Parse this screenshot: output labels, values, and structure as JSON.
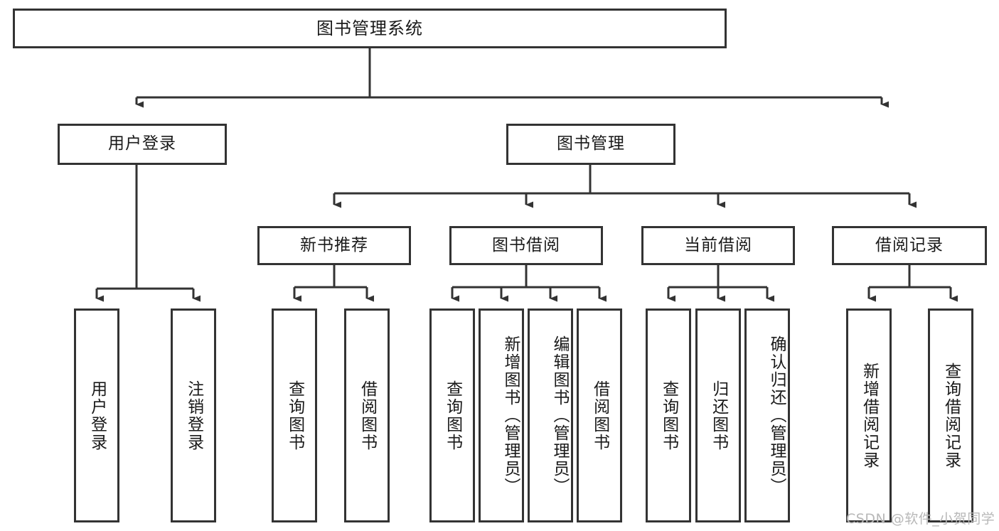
{
  "diagram": {
    "title": "图书管理系统",
    "type": "hierarchy-tree",
    "root": {
      "label": "图书管理系统"
    },
    "level1": [
      {
        "label": "用户登录"
      },
      {
        "label": "图书管理"
      }
    ],
    "level2": [
      {
        "label": "新书推荐"
      },
      {
        "label": "图书借阅"
      },
      {
        "label": "当前借阅"
      },
      {
        "label": "借阅记录"
      }
    ],
    "leaves": {
      "user_login": [
        {
          "label": "用户登录"
        },
        {
          "label": "注销登录"
        }
      ],
      "new_book_recommend": [
        {
          "label": "查询图书"
        },
        {
          "label": "借阅图书"
        }
      ],
      "book_borrow": [
        {
          "label": "查询图书"
        },
        {
          "label": "新增图书（管理员）"
        },
        {
          "label": "编辑图书（管理员）"
        },
        {
          "label": "借阅图书"
        }
      ],
      "current_borrow": [
        {
          "label": "查询图书"
        },
        {
          "label": "归还图书"
        },
        {
          "label": "确认归还（管理员）"
        }
      ],
      "borrow_record": [
        {
          "label": "新增借阅记录"
        },
        {
          "label": "查询借阅记录"
        }
      ]
    }
  },
  "watermark": {
    "text": "CSDN @软件_小贺同学"
  },
  "colors": {
    "line": "#333333",
    "box_border": "#333333",
    "background": "#ffffff",
    "text": "#1a1a1a",
    "watermark": "#b8b8b8"
  }
}
